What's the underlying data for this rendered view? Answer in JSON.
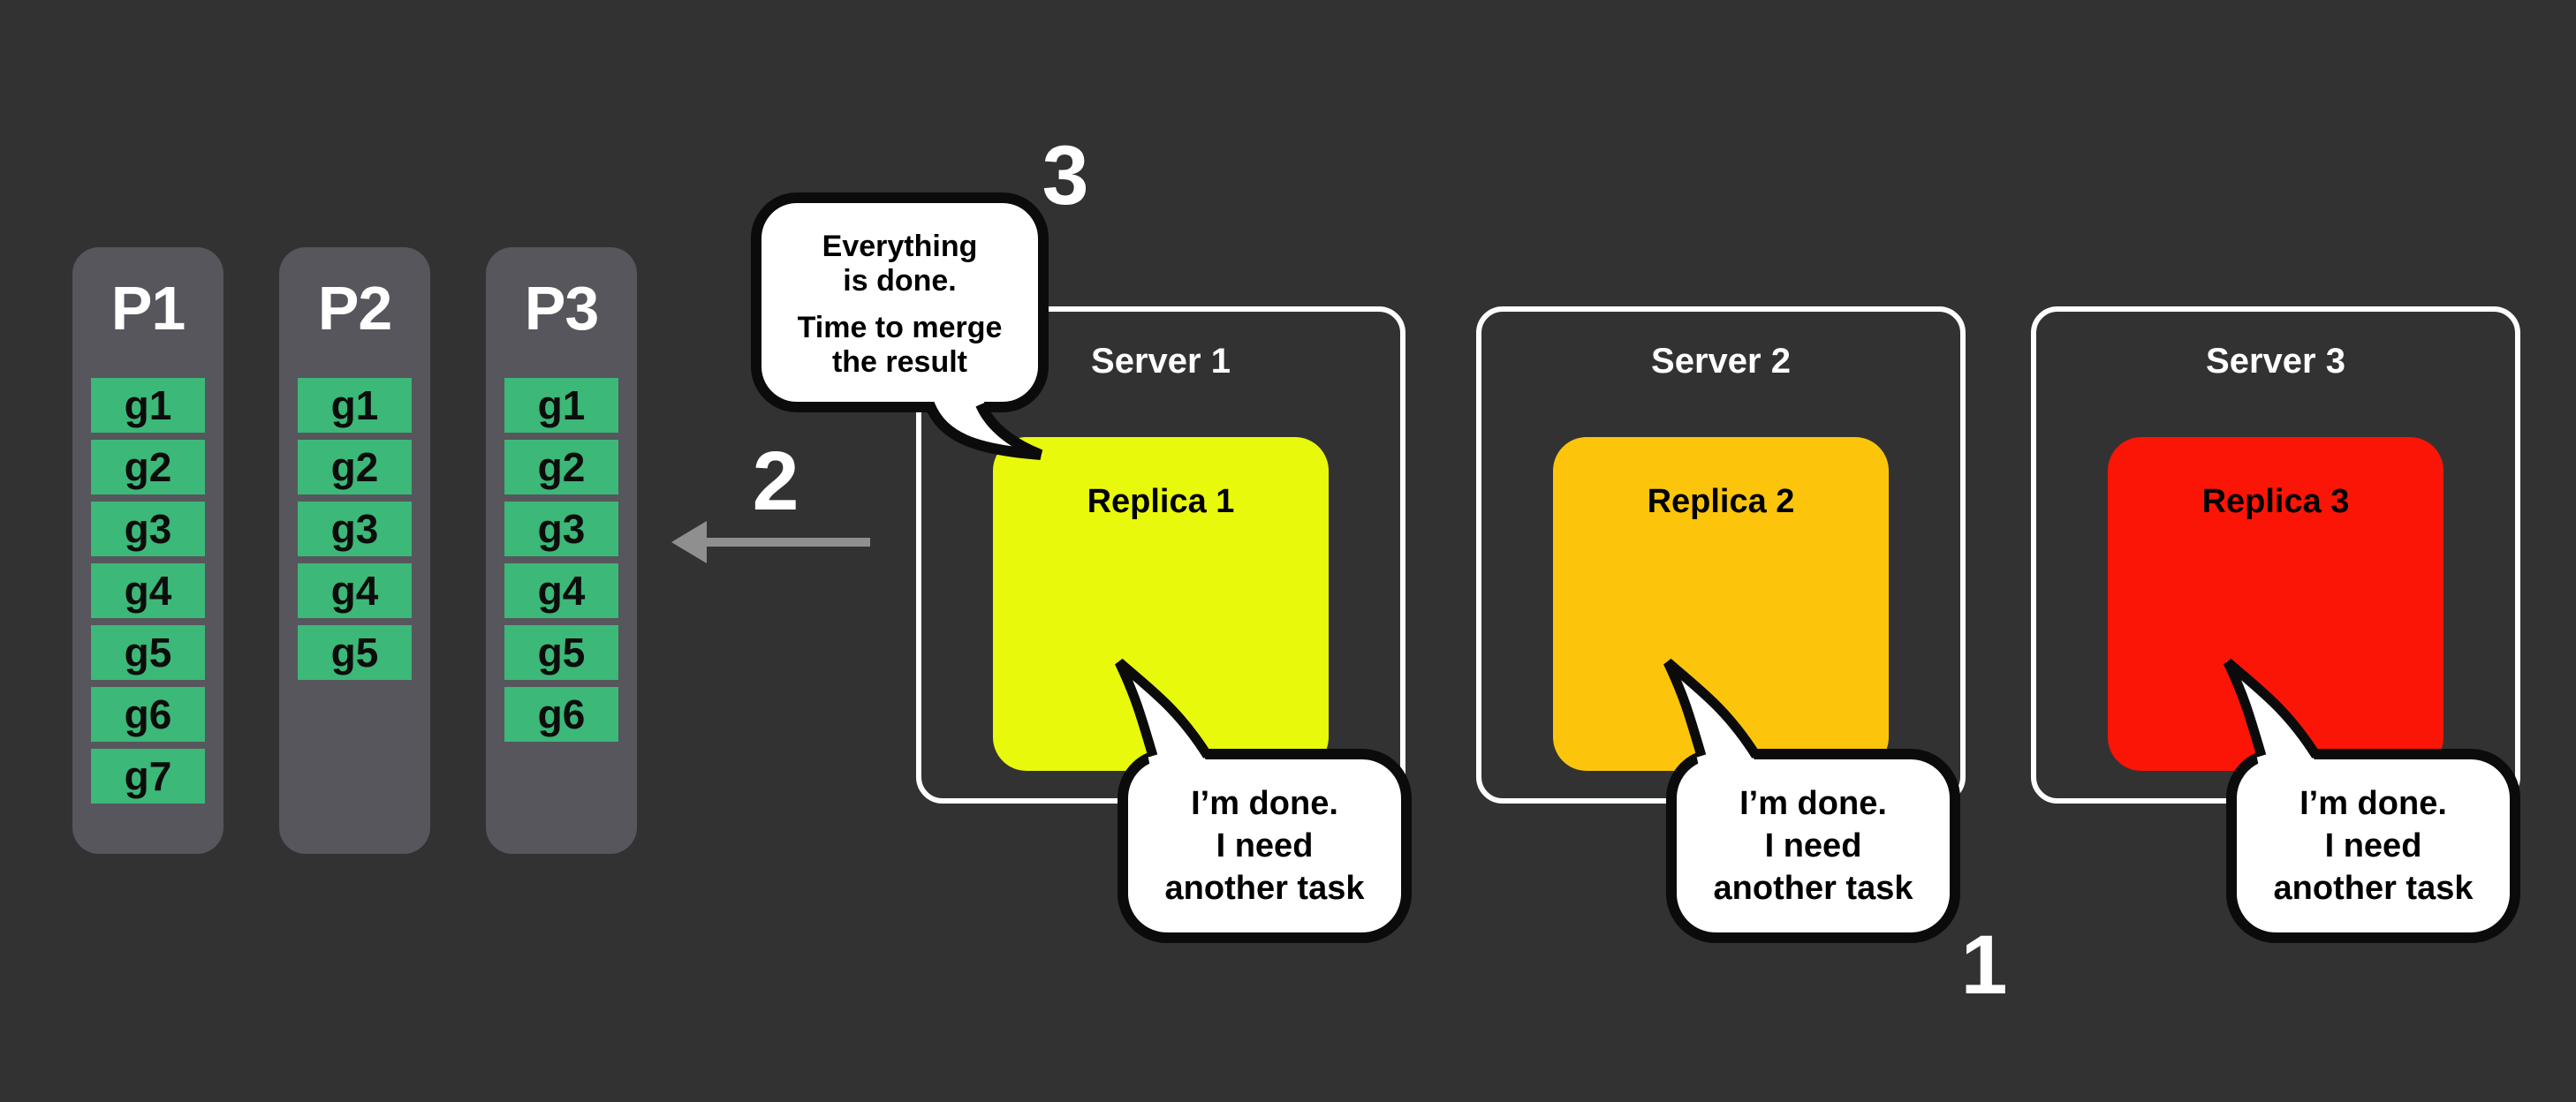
{
  "background_color": "#333233",
  "steps": {
    "step1": "1",
    "step2": "2",
    "step3": "3"
  },
  "partitions": {
    "panel_color": "#56565c",
    "task_color": "#3cb878",
    "items": [
      {
        "label": "P1",
        "tasks": [
          "g1",
          "g2",
          "g3",
          "g4",
          "g5",
          "g6",
          "g7"
        ]
      },
      {
        "label": "P2",
        "tasks": [
          "g1",
          "g2",
          "g3",
          "g4",
          "g5"
        ]
      },
      {
        "label": "P3",
        "tasks": [
          "g1",
          "g2",
          "g3",
          "g4",
          "g5",
          "g6"
        ]
      }
    ]
  },
  "servers": {
    "items": [
      {
        "label": "Server 1",
        "replica": {
          "label": "Replica 1",
          "color": "#e9f90c"
        },
        "bubble_lines": [
          "I’m done.",
          "I need",
          "another task"
        ]
      },
      {
        "label": "Server 2",
        "replica": {
          "label": "Replica 2",
          "color": "#fcc50b"
        },
        "bubble_lines": [
          "I’m done.",
          "I need",
          "another task"
        ]
      },
      {
        "label": "Server 3",
        "replica": {
          "label": "Replica 3",
          "color": "#fb1506"
        },
        "bubble_lines": [
          "I’m done.",
          "I need",
          "another task"
        ]
      }
    ]
  },
  "merge_bubble": {
    "lines": [
      "Everything",
      "is done.",
      "Time to merge",
      "the result"
    ]
  },
  "arrow": {
    "direction": "left",
    "color": "#8f8f8f"
  }
}
